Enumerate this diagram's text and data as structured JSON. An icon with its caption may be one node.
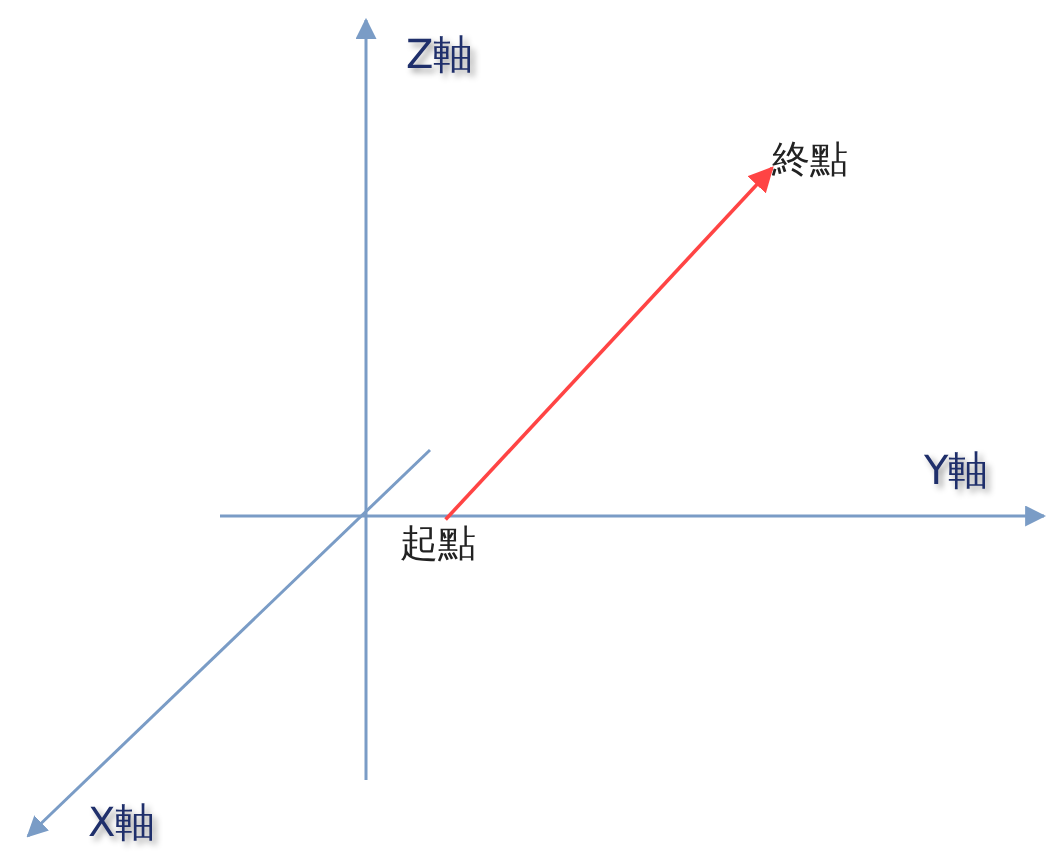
{
  "diagram": {
    "nodes": [
      {
        "text": [
          "起點"
        ]
      },
      {
        "text": [
          "終點"
        ]
      }
    ],
    "edges": [
      {
        "from": 0,
        "to": 1,
        "arrow": "to",
        "color": "#ff4444"
      }
    ],
    "labels": [
      "Z軸",
      "Y軸",
      "X軸"
    ]
  }
}
